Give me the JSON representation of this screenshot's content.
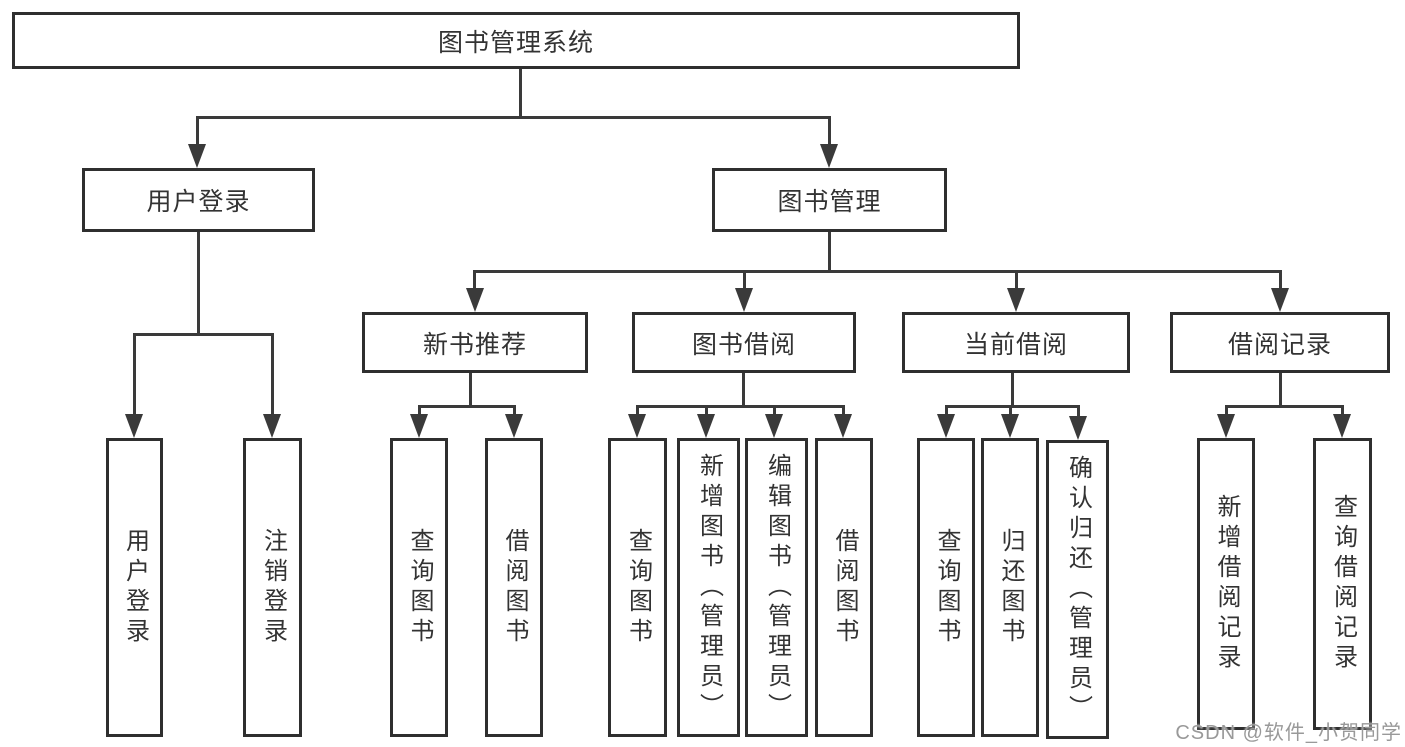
{
  "nodes": {
    "root": "图书管理系统",
    "user_login": "用户登录",
    "book_management": "图书管理",
    "new_book_recommend": "新书推荐",
    "book_borrow": "图书借阅",
    "current_borrow": "当前借阅",
    "borrow_records": "借阅记录"
  },
  "leaves": {
    "user_login": [
      "用户登录",
      "注销登录"
    ],
    "new_book_recommend": [
      "查询图书",
      "借阅图书"
    ],
    "book_borrow": [
      "查询图书",
      "新增图书（管理员）",
      "编辑图书（管理员）",
      "借阅图书"
    ],
    "current_borrow": [
      "查询图书",
      "归还图书",
      "确认归还（管理员）"
    ],
    "borrow_records": [
      "新增借阅记录",
      "查询借阅记录"
    ]
  },
  "watermark": "CSDN @软件_小贺同学",
  "colors": {
    "line": "#3a3a3a",
    "box_border": "#2f2f2f",
    "text": "#333333",
    "watermark": "#999999",
    "background": "#ffffff"
  }
}
